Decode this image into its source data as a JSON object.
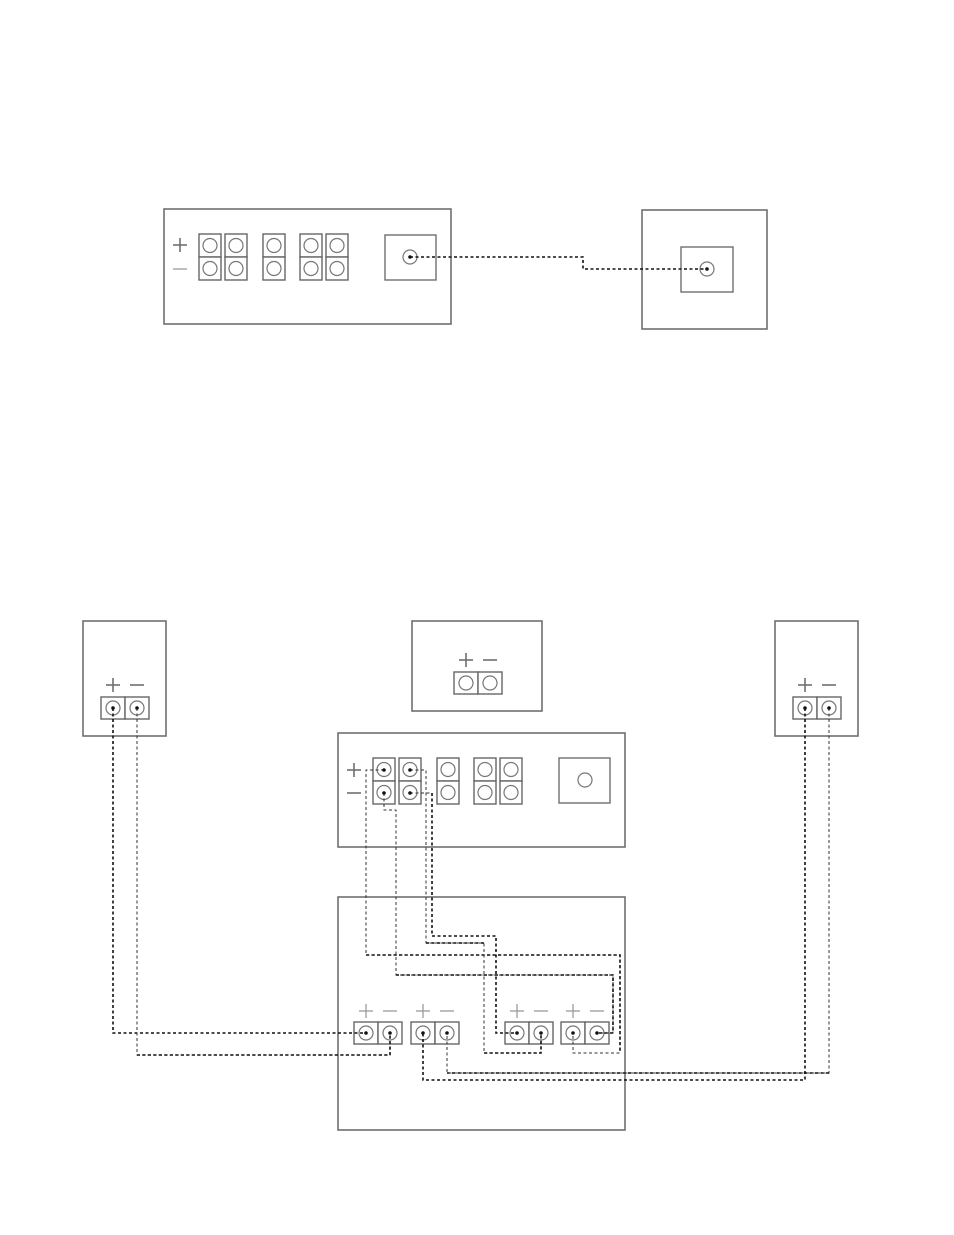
{
  "diagram": {
    "figures": [
      {
        "id": "top",
        "components": [
          "amplifier-panel",
          "subwoofer-panel"
        ],
        "connection": "subwoofer-line-out"
      },
      {
        "id": "bottom",
        "components": [
          "left-speaker",
          "center-speaker",
          "right-speaker",
          "amplifier-panel",
          "switch-box"
        ],
        "connection": "speaker-wiring"
      }
    ],
    "terminal_pairs": {
      "amplifier": 5,
      "speaker": 1,
      "switch_box": 4
    }
  },
  "colors": {
    "outline": "#6f6f6f",
    "wire": "#111111",
    "background": "#ffffff"
  }
}
